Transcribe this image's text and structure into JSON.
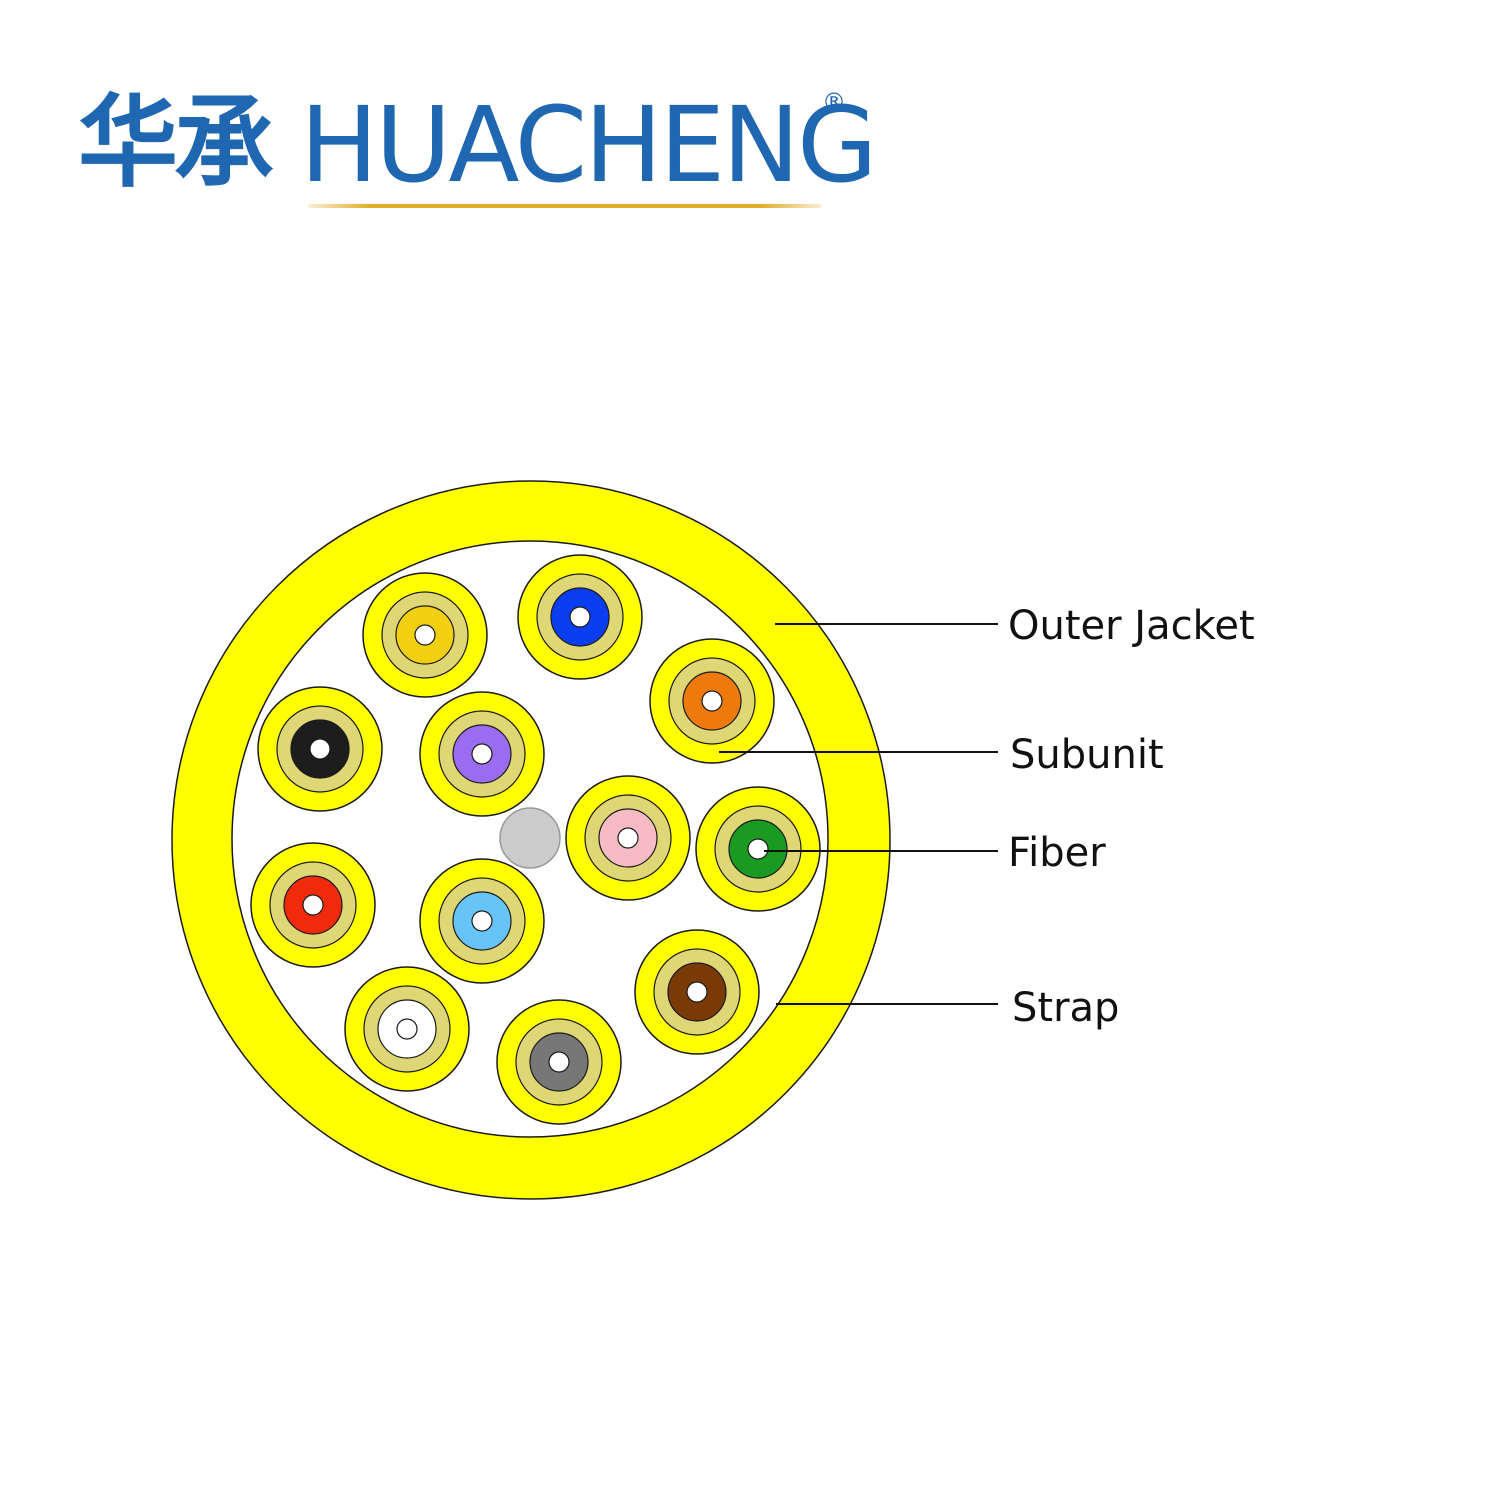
{
  "logo": {
    "chinese": "华承",
    "latin": "HUACHENG",
    "registered": "®"
  },
  "colors": {
    "brand_blue": "#1f67b1",
    "brand_gold": "#e2ac2a",
    "jacket_yellow": "#ffff00",
    "buffer_khaki": "#dfd675",
    "ripcord_gray": "#cccccc",
    "outline": "#1a1a1a"
  },
  "callouts": {
    "outer_jacket": "Outer Jacket",
    "subunit": "Subunit",
    "fiber": "Fiber",
    "strap": "Strap"
  },
  "fiber_colors": [
    {
      "name": "yellow",
      "hex": "#f2cf0f"
    },
    {
      "name": "blue",
      "hex": "#0a3ef0"
    },
    {
      "name": "orange",
      "hex": "#ee7a0b"
    },
    {
      "name": "black",
      "hex": "#1d1d1d"
    },
    {
      "name": "violet",
      "hex": "#9b6cf0"
    },
    {
      "name": "rose",
      "hex": "#f7bcc3"
    },
    {
      "name": "green",
      "hex": "#1b9a22"
    },
    {
      "name": "red",
      "hex": "#f22a0c"
    },
    {
      "name": "aqua",
      "hex": "#68c4f6"
    },
    {
      "name": "white",
      "hex": "#ffffff"
    },
    {
      "name": "slate",
      "hex": "#777777"
    },
    {
      "name": "brown",
      "hex": "#7a3a06"
    }
  ]
}
